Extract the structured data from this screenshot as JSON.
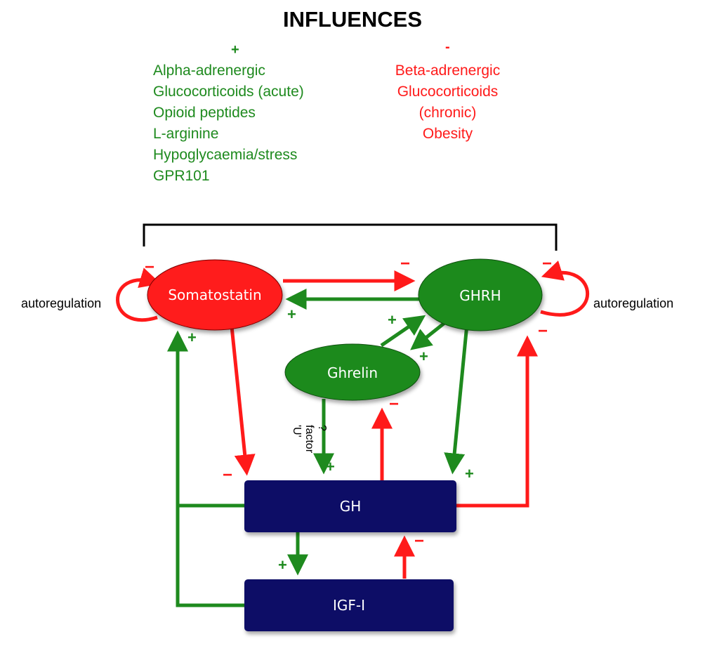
{
  "title": "INFLUENCES",
  "positive": {
    "sign": "+",
    "items": [
      "Alpha-adrenergic",
      "Glucocorticoids (acute)",
      "Opioid peptides",
      "L-arginine",
      "Hypoglycaemia/stress",
      "GPR101"
    ]
  },
  "negative": {
    "sign": "-",
    "items": [
      "Beta-adrenergic",
      "Glucocorticoids",
      "(chronic)",
      "Obesity"
    ]
  },
  "nodes": {
    "somatostatin": "Somatostatin",
    "ghrh": "GHRH",
    "ghrelin": "Ghrelin",
    "gh": "GH",
    "igf": "IGF-I"
  },
  "labels": {
    "autoregulation_left": "autoregulation",
    "autoregulation_right": "autoregulation",
    "u_factor_1": "'U'",
    "u_factor_2": "factor",
    "u_factor_3": "?"
  },
  "signs": {
    "plus": "+",
    "minus": "−"
  },
  "colors": {
    "stimulate": "#1e8a1e",
    "inhibit": "#ff1a1a",
    "box": "#0d0d66"
  }
}
